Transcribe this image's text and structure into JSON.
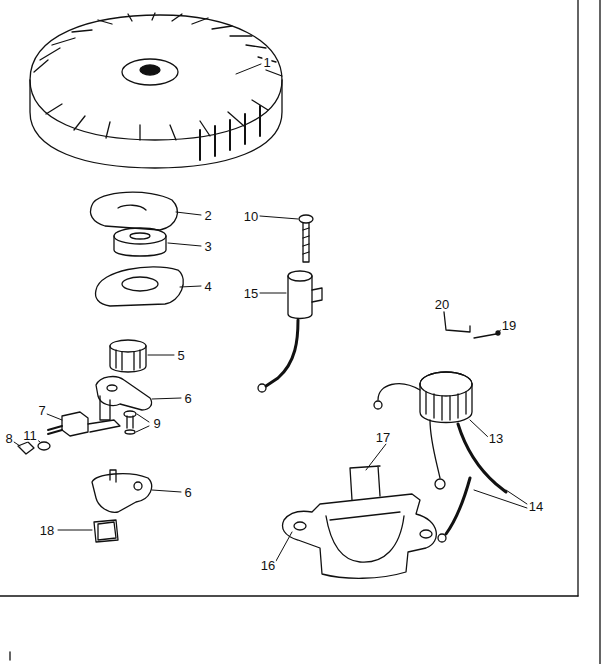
{
  "diagram": {
    "labels": [
      "1",
      "2",
      "10",
      "3",
      "15",
      "4",
      "20",
      "19",
      "5",
      "6",
      "13",
      "7",
      "11",
      "9",
      "8",
      "17",
      "6",
      "14",
      "18",
      "16"
    ]
  }
}
